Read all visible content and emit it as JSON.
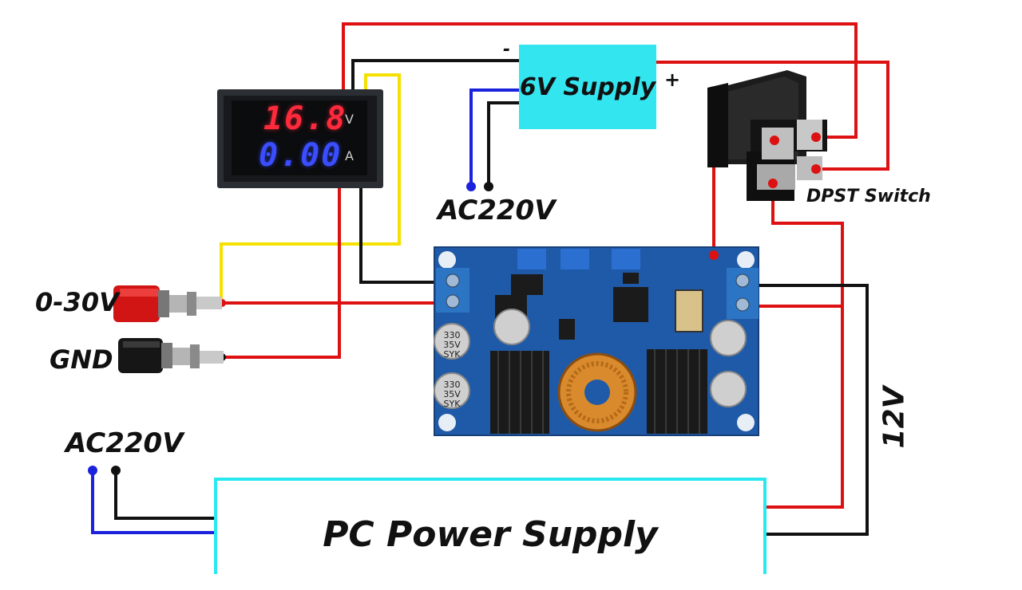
{
  "labels": {
    "supply_6v": "6V Supply",
    "minus": "-",
    "plus": "+",
    "ac_top": "AC220V",
    "ac_bottom": "AC220V",
    "output": "0-30V",
    "gnd": "GND",
    "switch": "DPST Switch",
    "volts_12": "12V",
    "pc_supply": "PC Power Supply"
  },
  "meter": {
    "voltage": "16.8",
    "current": "0.00",
    "voltage_unit": "V",
    "current_unit": "A"
  },
  "capacitors": {
    "value": "330",
    "voltage": "35V",
    "brand": "SYK"
  },
  "colors": {
    "wire_red": "#dd1111",
    "wire_black": "#111111",
    "wire_yellow": "#f5e000",
    "wire_blue": "#1a22dd",
    "supply_6v_fill": "#32e5ef",
    "pc_supply_border": "#2ae8f0",
    "pcb_blue": "#1f5aa8"
  },
  "icons": [
    "voltmeter-display-icon",
    "dpst-switch-icon",
    "boost-converter-board-icon",
    "red-binding-post-icon",
    "black-binding-post-icon"
  ]
}
